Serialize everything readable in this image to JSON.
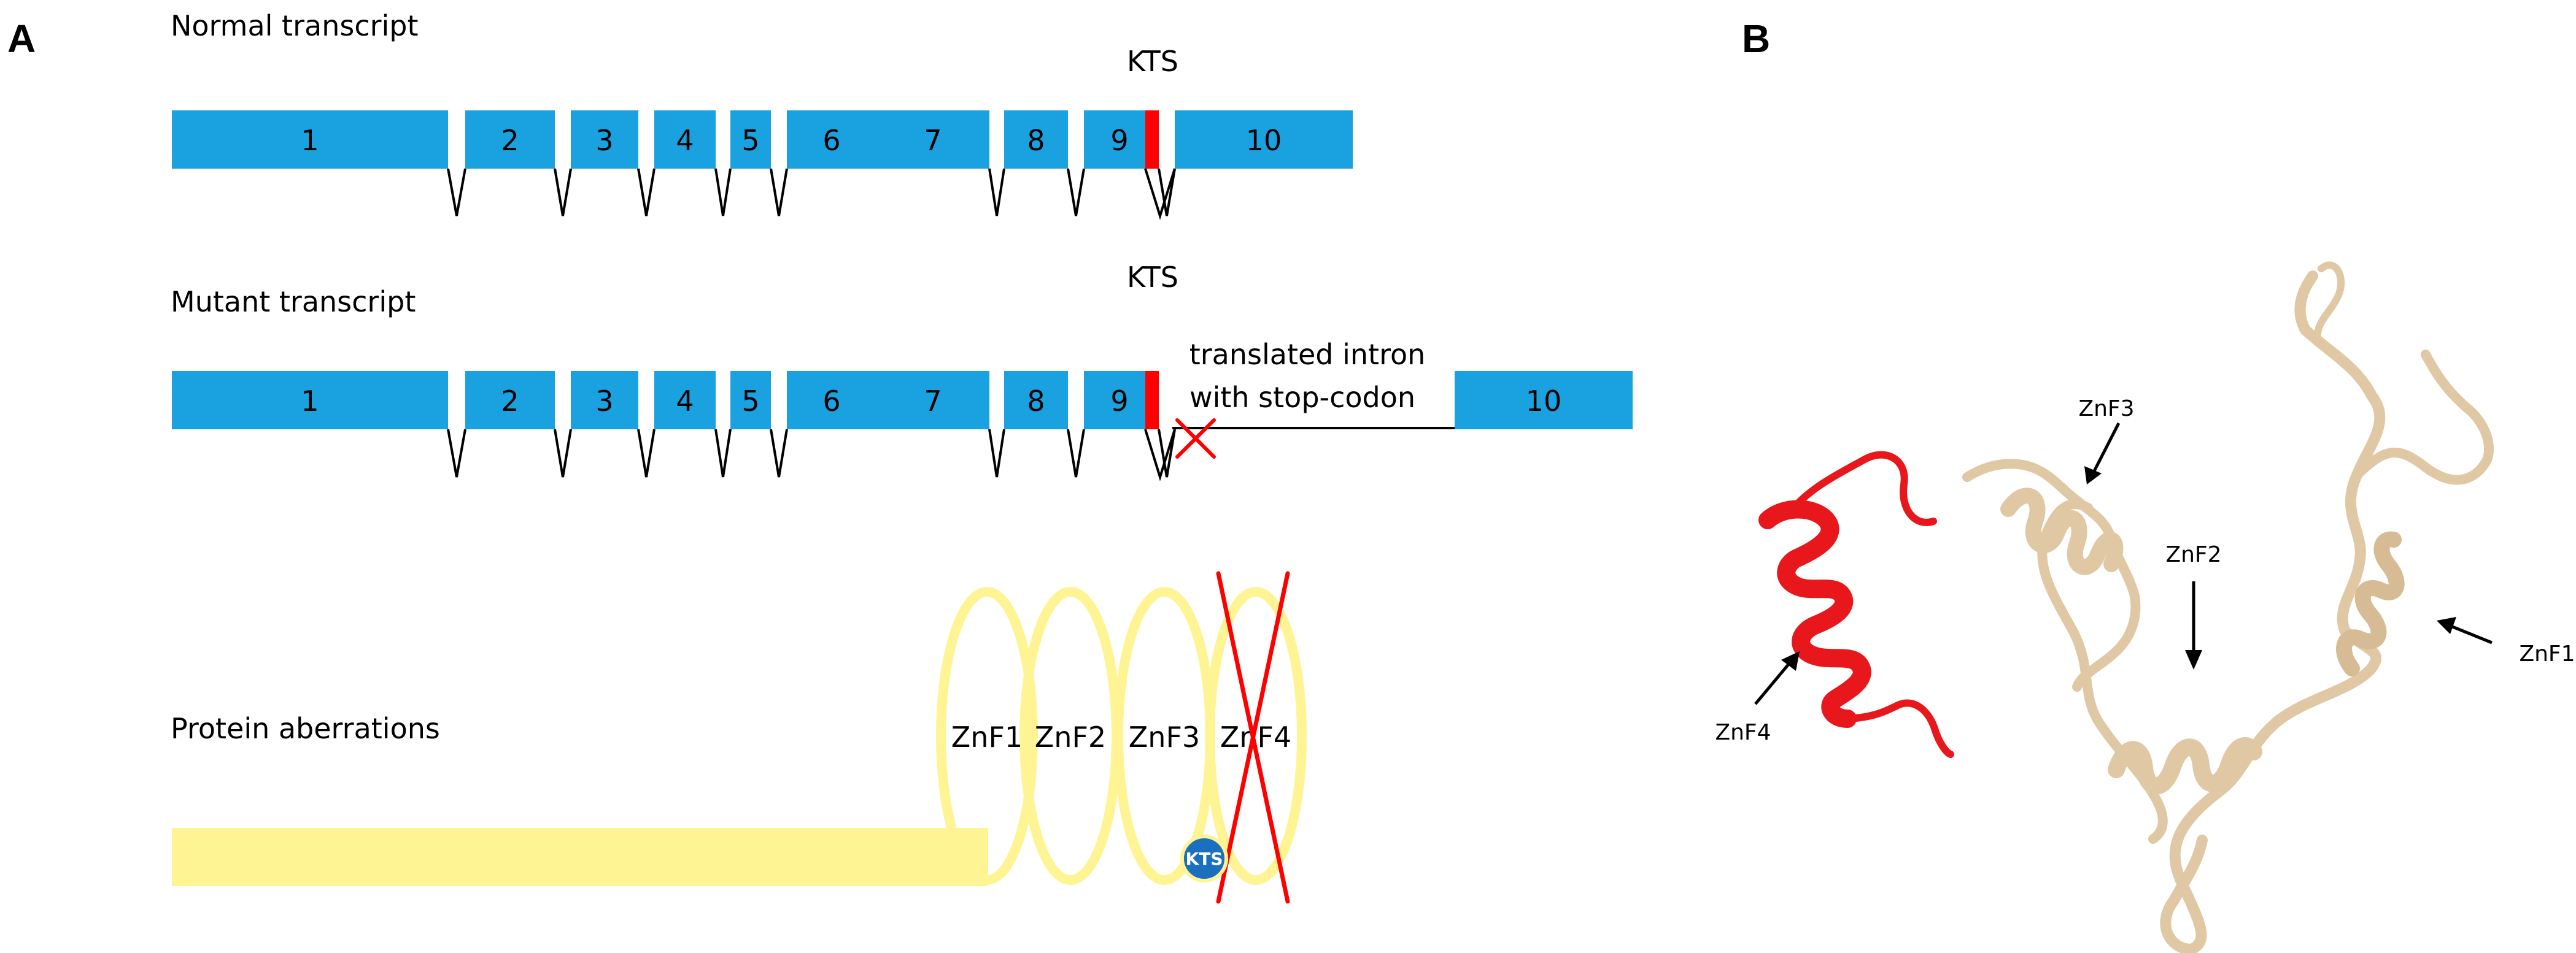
{
  "panel_a": {
    "letter": "A",
    "normal": {
      "title": "Normal transcript",
      "kts_label": "KTS",
      "exons": [
        "1",
        "2",
        "3",
        "4",
        "5",
        "6",
        "7",
        "8",
        "9",
        "10"
      ]
    },
    "mutant": {
      "title": "Mutant transcript",
      "kts_label": "KTS",
      "exons": [
        "1",
        "2",
        "3",
        "4",
        "5",
        "6",
        "7",
        "8",
        "9",
        "10"
      ],
      "intron_label_line1": "translated intron",
      "intron_label_line2": "with stop-codon"
    },
    "protein": {
      "title": "Protein aberrations",
      "fingers": [
        "ZnF1",
        "ZnF2",
        "ZnF3",
        "ZnF4"
      ],
      "kts_badge": "KTS"
    }
  },
  "panel_b": {
    "letter": "B",
    "labels": {
      "znf1": "ZnF1",
      "znf2": "ZnF2",
      "znf3": "ZnF3",
      "znf4": "ZnF4"
    }
  },
  "colors": {
    "exon": "#1aa1e0",
    "kts": "#ff0000",
    "protein": "#fff494",
    "structure": "#e0c8a4",
    "helix_red": "#e8171c",
    "kts_badge": "#1b6fbf"
  }
}
